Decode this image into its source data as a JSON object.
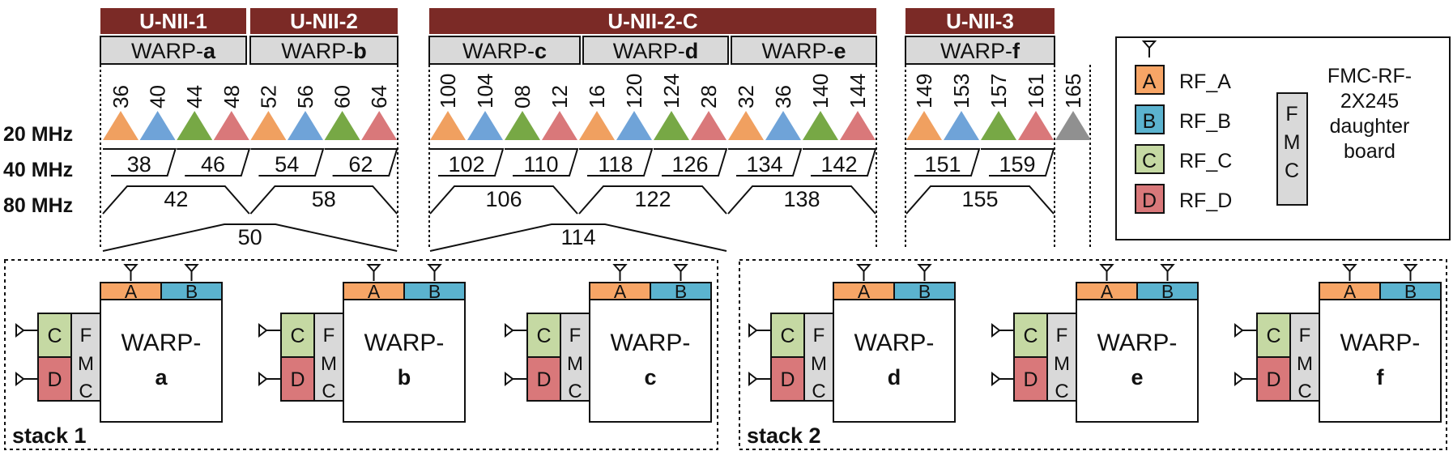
{
  "band_headers": [
    {
      "label": "U-NII-1"
    },
    {
      "label": "U-NII-2"
    },
    {
      "label": "U-NII-2-C"
    },
    {
      "label": "U-NII-3"
    }
  ],
  "warp_headers": [
    {
      "prefix": "WARP-",
      "letter": "a"
    },
    {
      "prefix": "WARP-",
      "letter": "b"
    },
    {
      "prefix": "WARP-",
      "letter": "c"
    },
    {
      "prefix": "WARP-",
      "letter": "d"
    },
    {
      "prefix": "WARP-",
      "letter": "e"
    },
    {
      "prefix": "WARP-",
      "letter": "f"
    }
  ],
  "row_labels": {
    "mhz20": "20 MHz",
    "mhz40": "40 MHz",
    "mhz80": "80 MHz"
  },
  "channels_20": [
    {
      "label": "36",
      "color": "#f0a060"
    },
    {
      "label": "40",
      "color": "#6fa3d8"
    },
    {
      "label": "44",
      "color": "#77a845"
    },
    {
      "label": "48",
      "color": "#d9787a"
    },
    {
      "label": "52",
      "color": "#f0a060"
    },
    {
      "label": "56",
      "color": "#6fa3d8"
    },
    {
      "label": "60",
      "color": "#77a845"
    },
    {
      "label": "64",
      "color": "#d9787a"
    },
    {
      "label": "100",
      "color": "#f0a060"
    },
    {
      "label": "104",
      "color": "#6fa3d8"
    },
    {
      "label": "08",
      "color": "#77a845"
    },
    {
      "label": "12",
      "color": "#d9787a"
    },
    {
      "label": "16",
      "color": "#f0a060"
    },
    {
      "label": "120",
      "color": "#6fa3d8"
    },
    {
      "label": "124",
      "color": "#77a845"
    },
    {
      "label": "28",
      "color": "#d9787a"
    },
    {
      "label": "32",
      "color": "#f0a060"
    },
    {
      "label": "36",
      "color": "#6fa3d8"
    },
    {
      "label": "140",
      "color": "#77a845"
    },
    {
      "label": "144",
      "color": "#d9787a"
    },
    {
      "label": "149",
      "color": "#f0a060"
    },
    {
      "label": "153",
      "color": "#6fa3d8"
    },
    {
      "label": "157",
      "color": "#77a845"
    },
    {
      "label": "161",
      "color": "#d9787a"
    },
    {
      "label": "165",
      "color": "#909090"
    }
  ],
  "channels_40": [
    "38",
    "46",
    "54",
    "62",
    "102",
    "110",
    "118",
    "126",
    "134",
    "142",
    "151",
    "159"
  ],
  "channels_80": [
    "42",
    "58",
    "106",
    "122",
    "138",
    "155"
  ],
  "channels_160": [
    "50",
    "114"
  ],
  "legend": {
    "items": [
      {
        "letter": "A",
        "label": "RF_A",
        "color": "#f7a566"
      },
      {
        "letter": "B",
        "label": "RF_B",
        "color": "#5bb3cf"
      },
      {
        "letter": "C",
        "label": "RF_C",
        "color": "#c5d9a3"
      },
      {
        "letter": "D",
        "label": "RF_D",
        "color": "#d9787a"
      }
    ],
    "fmc_letters": [
      "F",
      "M",
      "C"
    ],
    "fmc_desc": [
      "FMC-RF-",
      "2X245",
      "daughter",
      "board"
    ]
  },
  "stacks": [
    {
      "label": "stack 1",
      "boards": [
        {
          "prefix": "WARP-",
          "letter": "a"
        },
        {
          "prefix": "WARP-",
          "letter": "b"
        },
        {
          "prefix": "WARP-",
          "letter": "c"
        }
      ]
    },
    {
      "label": "stack 2",
      "boards": [
        {
          "prefix": "WARP-",
          "letter": "d"
        },
        {
          "prefix": "WARP-",
          "letter": "e"
        },
        {
          "prefix": "WARP-",
          "letter": "f"
        }
      ]
    }
  ],
  "board_ports": {
    "a": "A",
    "b": "B",
    "c": "C",
    "d": "D",
    "f": "F",
    "m": "M",
    "c2": "C"
  },
  "colors": {
    "band_header": "#7b2a26",
    "warp_header": "#d9d9d9",
    "rf_a": "#f7a566",
    "rf_b": "#5bb3cf",
    "rf_c": "#c5d9a3",
    "rf_d": "#d9787a",
    "fmc": "#d9d9d9"
  }
}
